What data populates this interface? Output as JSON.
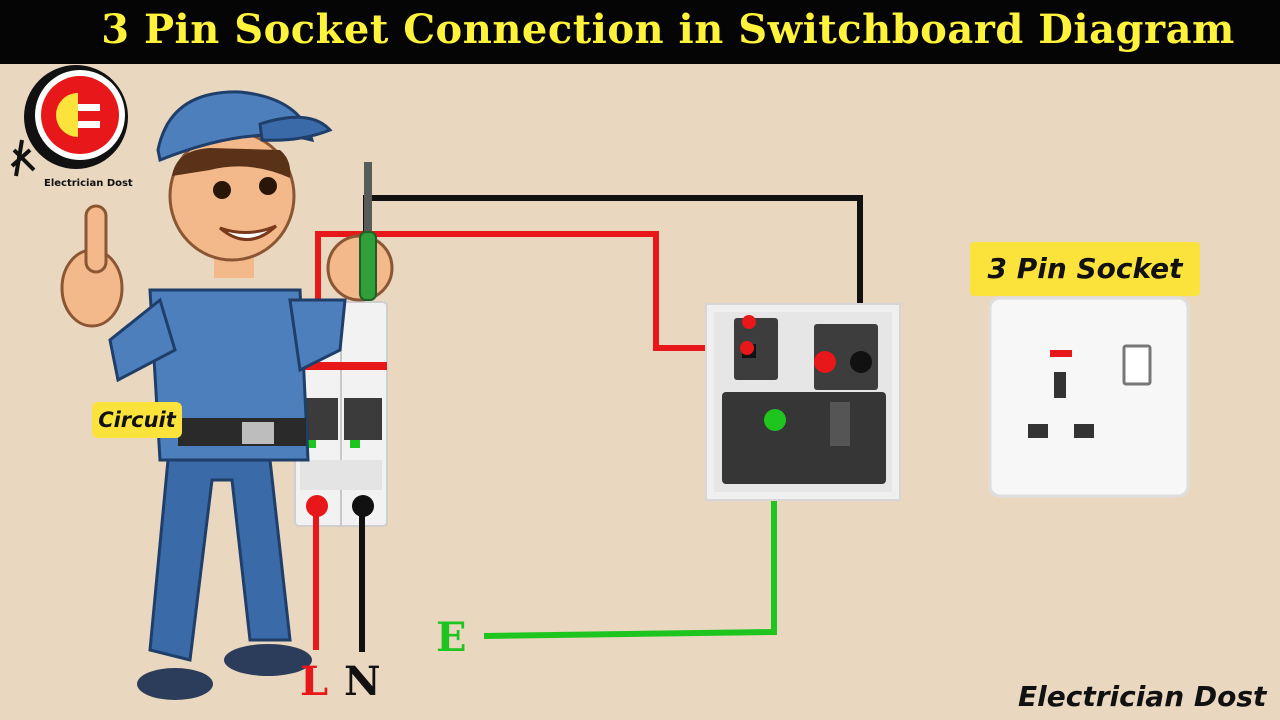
{
  "title": "3 Pin Socket Connection in Switchboard Diagram",
  "labels": {
    "circuit": "Circuit",
    "socket": "3 Pin Socket",
    "live": "L",
    "neutral": "N",
    "earth": "E"
  },
  "logo": {
    "caption": "Electrician Dost"
  },
  "footer": {
    "brand": "Electrician Dost"
  },
  "colors": {
    "background": "#e9d7c0",
    "title_bar": "#050505",
    "title_text": "#fff23a",
    "label_bg": "#fbe33b",
    "live_wire": "#e8171a",
    "neutral_wire": "#111111",
    "earth_wire": "#1fc51f"
  },
  "icons": [
    "electrician-dost-logo-icon",
    "electrician-mascot-icon",
    "screwdriver-icon",
    "circuit-breaker-icon",
    "socket-module-icon",
    "three-pin-socket-icon"
  ]
}
